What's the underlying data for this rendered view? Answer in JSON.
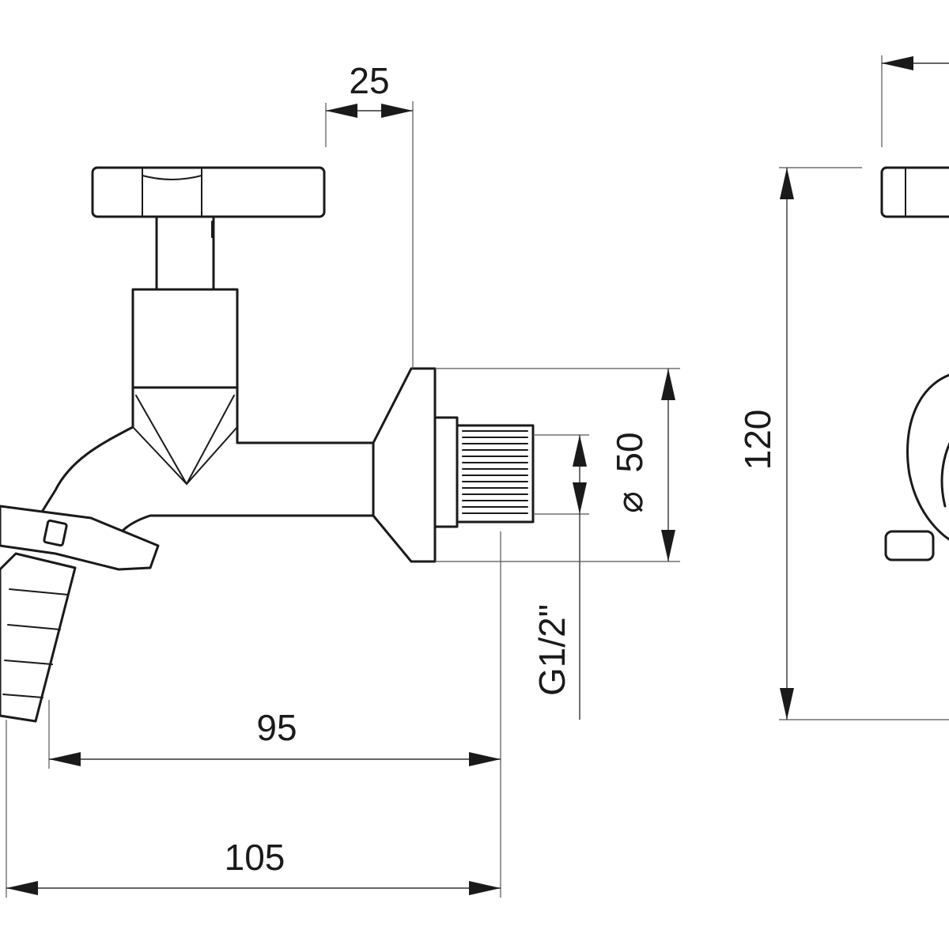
{
  "drawing": {
    "dimensions": {
      "handle_offset": "25",
      "outlet_length": "95",
      "overall_length": "105",
      "thread": "G1/2\"",
      "flange_diameter": "50",
      "overall_height": "120"
    },
    "diameter_symbol": "⌀"
  }
}
